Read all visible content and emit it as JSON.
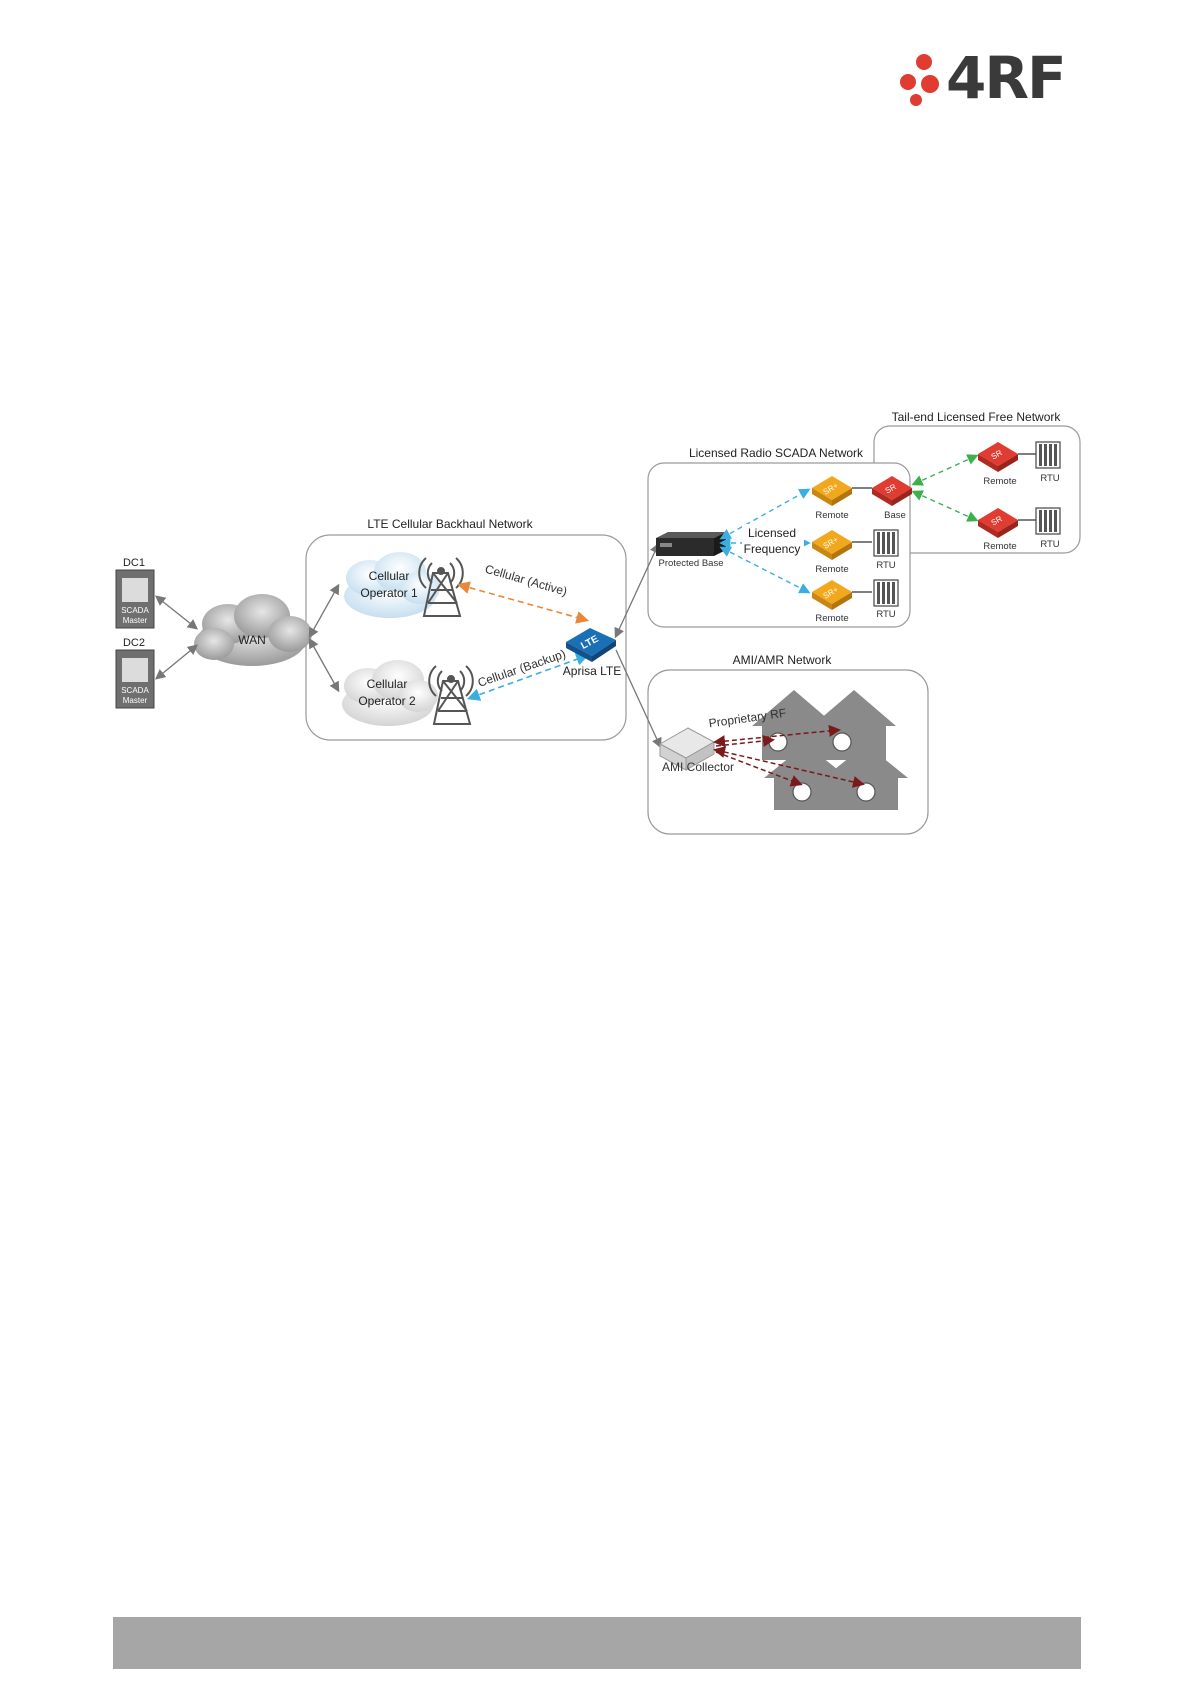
{
  "logo": {
    "brand_text": "4RF"
  },
  "colors": {
    "brand_red": "#e03c31",
    "active_link": "#e8883a",
    "backup_link": "#3aaee0",
    "licensed_link": "#3aaee0",
    "licensed_free_link": "#3cb04a",
    "ami_link": "#7a1a1a",
    "sr_plus": "#f2a81d",
    "sr": "#e03c31",
    "aprisa_lte": "#1a6fb5",
    "footer_bar": "#a6a6a6"
  },
  "diagram": {
    "datacenters": {
      "dc1": "DC1",
      "dc2": "DC2",
      "scada_line1": "SCADA",
      "scada_line2": "Master"
    },
    "wan": "WAN",
    "lte_network": {
      "title": "LTE Cellular Backhaul Network",
      "operator1_line1": "Cellular",
      "operator1_line2": "Operator 1",
      "operator2_line1": "Cellular",
      "operator2_line2": "Operator 2",
      "active_link": "Cellular (Active)",
      "backup_link": "Cellular (Backup)",
      "aprisa_badge": "LTE",
      "aprisa_label": "Aprisa LTE"
    },
    "licensed_network": {
      "title": "Licensed Radio SCADA Network",
      "protected_base": "Protected Base",
      "licensed_line1": "Licensed",
      "licensed_line2": "Frequency",
      "sr_plus_badge": "SR+",
      "remote": "Remote",
      "rtu": "RTU",
      "base": "Base"
    },
    "tail_end_network": {
      "title": "Tail-end Licensed Free Network",
      "sr_badge": "SR",
      "remote": "Remote",
      "rtu": "RTU"
    },
    "ami_network": {
      "title": "AMI/AMR Network",
      "proprietary_rf": "Proprietary RF",
      "ami_collector": "AMI Collector"
    }
  }
}
